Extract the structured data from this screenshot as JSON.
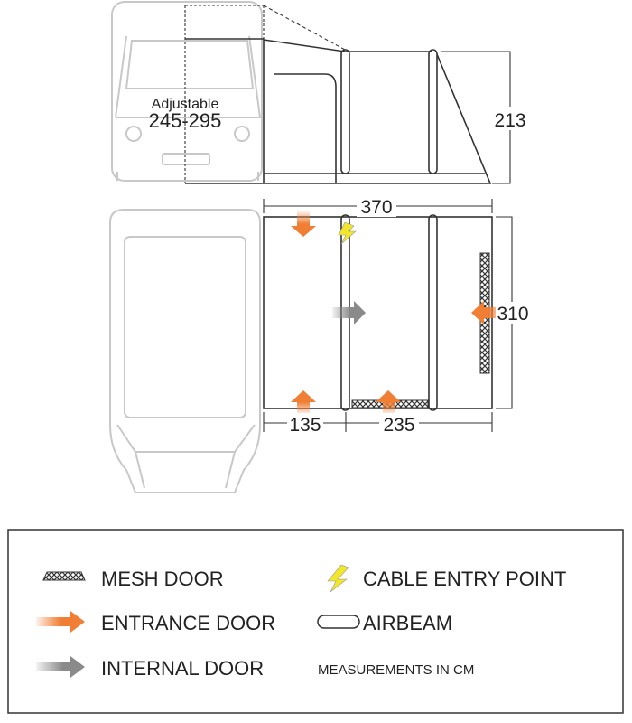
{
  "side_view": {
    "adjustable_label": "Adjustable",
    "adjustable_range": "245-295",
    "height_dim": "213"
  },
  "plan_view": {
    "length_dim": "370",
    "depth_dim": "310",
    "section1_dim": "135",
    "section2_dim": "235"
  },
  "legend": {
    "mesh_door": "MESH DOOR",
    "cable_entry": "CABLE ENTRY POINT",
    "entrance_door": "ENTRANCE DOOR",
    "airbeam": "AIRBEAM",
    "internal_door": "INTERNAL DOOR",
    "measurements": "MEASUREMENTS IN CM"
  },
  "colors": {
    "entrance": "#f07f35",
    "internal": "#8a8a8a",
    "cable": "#f2e52a",
    "van": "#c8c8c8"
  }
}
